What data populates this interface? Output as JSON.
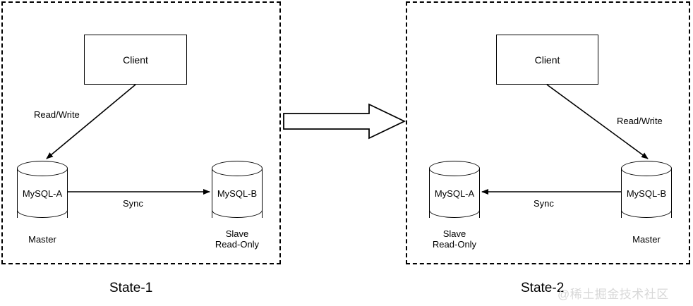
{
  "diagram": {
    "title_kind": "mysql-master-slave-failover",
    "states": [
      {
        "id": "state-1",
        "state_label": "State-1",
        "client": {
          "label": "Client"
        },
        "client_edge": {
          "label": "Read/Write"
        },
        "sync_edge": {
          "label": "Sync",
          "direction": "left-to-right"
        },
        "left_db": {
          "name": "MySQL-A",
          "role": "Master"
        },
        "right_db": {
          "name": "MySQL-B",
          "role": "Slave\nRead-Only"
        }
      },
      {
        "id": "state-2",
        "state_label": "State-2",
        "client": {
          "label": "Client"
        },
        "client_edge": {
          "label": "Read/Write"
        },
        "sync_edge": {
          "label": "Sync",
          "direction": "right-to-left"
        },
        "left_db": {
          "name": "MySQL-A",
          "role": "Slave\nRead-Only"
        },
        "right_db": {
          "name": "MySQL-B",
          "role": "Master"
        }
      }
    ],
    "transition_arrow": {
      "name": "block-arrow-right",
      "label": ""
    },
    "watermark": {
      "text": "@稀土掘金技术社区",
      "color": "#d8d8d8"
    }
  },
  "colors": {
    "stroke": "#000000",
    "background": "#ffffff",
    "panel_border": "#000000"
  }
}
